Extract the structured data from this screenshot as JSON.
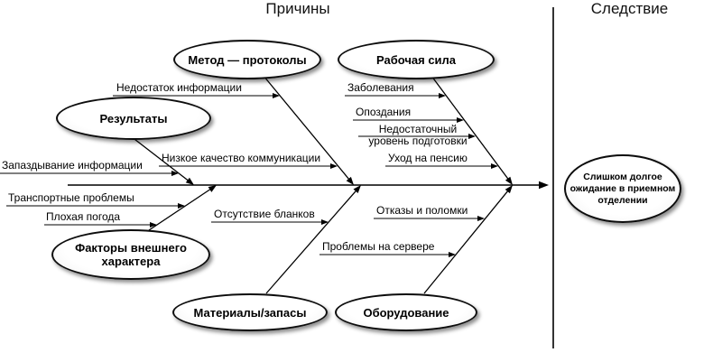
{
  "titles": {
    "causes": "Причины",
    "effect": "Следствие"
  },
  "effect_node": {
    "label": "Слишком долгое\nожидание в приемном\nотделении"
  },
  "categories": {
    "method": {
      "label": "Метод — протоколы"
    },
    "workforce": {
      "label": "Рабочая сила"
    },
    "results": {
      "label": "Результаты"
    },
    "external_factors": {
      "label": "Факторы внешнего\nхарактера"
    },
    "materials": {
      "label": "Материалы/запасы"
    },
    "equipment": {
      "label": "Оборудование"
    }
  },
  "subcauses": {
    "lack_of_information": {
      "label": "Недостаток информации",
      "branch": "method"
    },
    "low_communication_quality": {
      "label": "Низкое качество коммуникации",
      "branch": "method"
    },
    "illness": {
      "label": "Заболевания",
      "branch": "workforce"
    },
    "lateness": {
      "label": "Опоздания",
      "branch": "workforce"
    },
    "insufficient_training": {
      "label": "Недостаточный\nуровень подготовки",
      "branch": "workforce"
    },
    "retirement": {
      "label": "Уход на пенсию",
      "branch": "workforce"
    },
    "information_delay": {
      "label": "Запаздывание информации",
      "branch": "results"
    },
    "transport_problems": {
      "label": "Транспортные проблемы",
      "branch": "external_factors"
    },
    "bad_weather": {
      "label": "Плохая погода",
      "branch": "external_factors"
    },
    "missing_forms": {
      "label": "Отсутствие бланков",
      "branch": "materials"
    },
    "failures_breakdowns": {
      "label": "Отказы и поломки",
      "branch": "equipment"
    },
    "server_problems": {
      "label": "Проблемы на сервере",
      "branch": "equipment"
    }
  },
  "colors": {
    "line": "#000000",
    "ellipse_fill": "#ffffff",
    "ellipse_stroke": "#0c0c0c",
    "text": "#000000",
    "background": "#ffffff"
  }
}
